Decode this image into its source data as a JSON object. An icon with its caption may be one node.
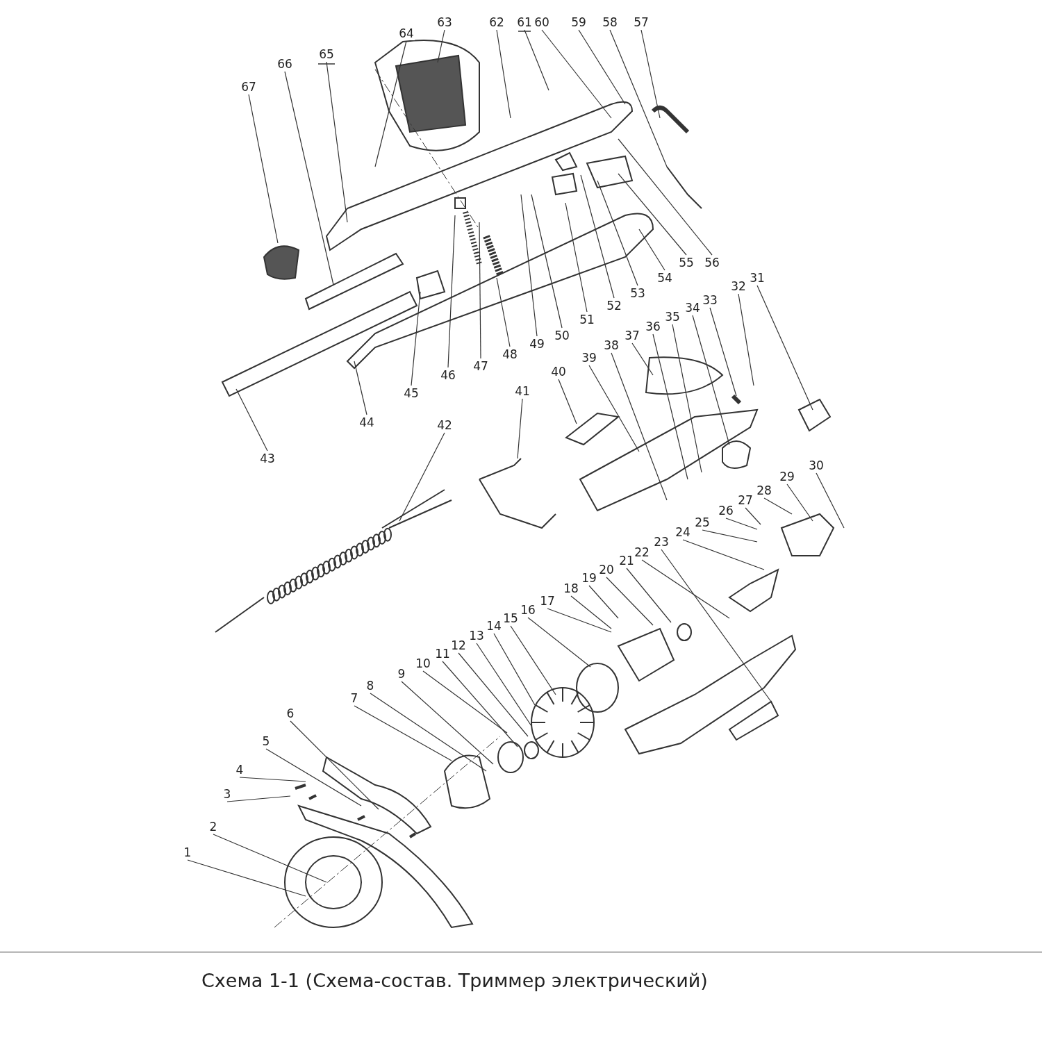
{
  "diagram": {
    "caption": "Схема 1-1 (Схема-состав. Триммер электрический)",
    "nodes": [
      {
        "text": [
          "1"
        ]
      },
      {
        "text": [
          "2"
        ]
      },
      {
        "text": [
          "3"
        ]
      },
      {
        "text": [
          "4"
        ]
      },
      {
        "text": [
          "5"
        ]
      },
      {
        "text": [
          "6"
        ]
      },
      {
        "text": [
          "7"
        ]
      },
      {
        "text": [
          "8"
        ]
      },
      {
        "text": [
          "9"
        ]
      },
      {
        "text": [
          "10"
        ]
      },
      {
        "text": [
          "11"
        ]
      },
      {
        "text": [
          "12"
        ]
      },
      {
        "text": [
          "13"
        ]
      },
      {
        "text": [
          "14"
        ]
      },
      {
        "text": [
          "15"
        ]
      },
      {
        "text": [
          "16"
        ]
      },
      {
        "text": [
          "17"
        ]
      },
      {
        "text": [
          "18"
        ]
      },
      {
        "text": [
          "19"
        ]
      },
      {
        "text": [
          "20"
        ]
      },
      {
        "text": [
          "21"
        ]
      },
      {
        "text": [
          "22"
        ]
      },
      {
        "text": [
          "23"
        ]
      },
      {
        "text": [
          "24"
        ]
      },
      {
        "text": [
          "25"
        ]
      },
      {
        "text": [
          "26"
        ]
      },
      {
        "text": [
          "27"
        ]
      },
      {
        "text": [
          "28"
        ]
      },
      {
        "text": [
          "29"
        ]
      },
      {
        "text": [
          "30"
        ]
      },
      {
        "text": [
          "31"
        ]
      },
      {
        "text": [
          "32"
        ]
      },
      {
        "text": [
          "33"
        ]
      },
      {
        "text": [
          "34"
        ]
      },
      {
        "text": [
          "35"
        ]
      },
      {
        "text": [
          "36"
        ]
      },
      {
        "text": [
          "37"
        ]
      },
      {
        "text": [
          "38"
        ]
      },
      {
        "text": [
          "39"
        ]
      },
      {
        "text": [
          "40"
        ]
      },
      {
        "text": [
          "41"
        ]
      },
      {
        "text": [
          "42"
        ]
      },
      {
        "text": [
          "43"
        ]
      },
      {
        "text": [
          "44"
        ]
      },
      {
        "text": [
          "45"
        ]
      },
      {
        "text": [
          "46"
        ]
      },
      {
        "text": [
          "47"
        ]
      },
      {
        "text": [
          "48"
        ]
      },
      {
        "text": [
          "49"
        ]
      },
      {
        "text": [
          "50"
        ]
      },
      {
        "text": [
          "51"
        ]
      },
      {
        "text": [
          "52"
        ]
      },
      {
        "text": [
          "53"
        ]
      },
      {
        "text": [
          "54"
        ]
      },
      {
        "text": [
          "55"
        ]
      },
      {
        "text": [
          "56"
        ]
      },
      {
        "text": [
          "57"
        ]
      },
      {
        "text": [
          "58"
        ]
      },
      {
        "text": [
          "59"
        ]
      },
      {
        "text": [
          "60"
        ]
      },
      {
        "text": [
          "61"
        ]
      },
      {
        "text": [
          "62"
        ]
      },
      {
        "text": [
          "63"
        ]
      },
      {
        "text": [
          "64"
        ]
      },
      {
        "text": [
          "65"
        ]
      },
      {
        "text": [
          "66"
        ]
      },
      {
        "text": [
          "67"
        ]
      }
    ],
    "edges": [
      {
        "from": 0,
        "to": null,
        "arrow": "none"
      },
      {
        "from": 1,
        "to": null,
        "arrow": "none"
      },
      {
        "from": 2,
        "to": null,
        "arrow": "none"
      },
      {
        "from": 3,
        "to": null,
        "arrow": "none"
      },
      {
        "from": 4,
        "to": null,
        "arrow": "none"
      },
      {
        "from": 5,
        "to": null,
        "arrow": "none"
      },
      {
        "from": 6,
        "to": null,
        "arrow": "none"
      },
      {
        "from": 7,
        "to": null,
        "arrow": "none"
      },
      {
        "from": 8,
        "to": null,
        "arrow": "none"
      },
      {
        "from": 9,
        "to": null,
        "arrow": "none"
      },
      {
        "from": 10,
        "to": null,
        "arrow": "none"
      },
      {
        "from": 11,
        "to": null,
        "arrow": "none"
      },
      {
        "from": 12,
        "to": null,
        "arrow": "none"
      },
      {
        "from": 13,
        "to": null,
        "arrow": "none"
      },
      {
        "from": 14,
        "to": null,
        "arrow": "none"
      },
      {
        "from": 15,
        "to": null,
        "arrow": "none"
      },
      {
        "from": 16,
        "to": null,
        "arrow": "none"
      },
      {
        "from": 17,
        "to": null,
        "arrow": "none"
      },
      {
        "from": 18,
        "to": null,
        "arrow": "none"
      },
      {
        "from": 19,
        "to": null,
        "arrow": "none"
      },
      {
        "from": 20,
        "to": null,
        "arrow": "none"
      },
      {
        "from": 21,
        "to": null,
        "arrow": "none"
      },
      {
        "from": 22,
        "to": null,
        "arrow": "none"
      },
      {
        "from": 23,
        "to": null,
        "arrow": "none"
      },
      {
        "from": 24,
        "to": null,
        "arrow": "none"
      },
      {
        "from": 25,
        "to": null,
        "arrow": "none"
      },
      {
        "from": 26,
        "to": null,
        "arrow": "none"
      },
      {
        "from": 27,
        "to": null,
        "arrow": "none"
      },
      {
        "from": 28,
        "to": null,
        "arrow": "none"
      },
      {
        "from": 29,
        "to": null,
        "arrow": "none"
      },
      {
        "from": 30,
        "to": null,
        "arrow": "none"
      },
      {
        "from": 31,
        "to": null,
        "arrow": "none"
      },
      {
        "from": 32,
        "to": null,
        "arrow": "none"
      },
      {
        "from": 33,
        "to": null,
        "arrow": "none"
      },
      {
        "from": 34,
        "to": null,
        "arrow": "none"
      },
      {
        "from": 35,
        "to": null,
        "arrow": "none"
      },
      {
        "from": 36,
        "to": null,
        "arrow": "none"
      },
      {
        "from": 37,
        "to": null,
        "arrow": "none"
      },
      {
        "from": 38,
        "to": null,
        "arrow": "none"
      },
      {
        "from": 39,
        "to": null,
        "arrow": "none"
      },
      {
        "from": 40,
        "to": null,
        "arrow": "none"
      },
      {
        "from": 41,
        "to": null,
        "arrow": "none"
      },
      {
        "from": 42,
        "to": null,
        "arrow": "none"
      },
      {
        "from": 43,
        "to": null,
        "arrow": "none"
      },
      {
        "from": 44,
        "to": null,
        "arrow": "none"
      },
      {
        "from": 45,
        "to": null,
        "arrow": "none"
      },
      {
        "from": 46,
        "to": null,
        "arrow": "none"
      },
      {
        "from": 47,
        "to": null,
        "arrow": "none"
      },
      {
        "from": 48,
        "to": null,
        "arrow": "none"
      },
      {
        "from": 49,
        "to": null,
        "arrow": "none"
      },
      {
        "from": 50,
        "to": null,
        "arrow": "none"
      },
      {
        "from": 51,
        "to": null,
        "arrow": "none"
      },
      {
        "from": 52,
        "to": null,
        "arrow": "none"
      },
      {
        "from": 53,
        "to": null,
        "arrow": "none"
      },
      {
        "from": 54,
        "to": null,
        "arrow": "none"
      },
      {
        "from": 55,
        "to": null,
        "arrow": "none"
      },
      {
        "from": 56,
        "to": null,
        "arrow": "none"
      },
      {
        "from": 57,
        "to": null,
        "arrow": "none"
      },
      {
        "from": 58,
        "to": null,
        "arrow": "none"
      },
      {
        "from": 59,
        "to": null,
        "arrow": "none"
      },
      {
        "from": 60,
        "to": null,
        "arrow": "none"
      },
      {
        "from": 61,
        "to": null,
        "arrow": "none"
      },
      {
        "from": 62,
        "to": null,
        "arrow": "none"
      },
      {
        "from": 63,
        "to": null,
        "arrow": "none"
      },
      {
        "from": 64,
        "to": null,
        "arrow": "none"
      },
      {
        "from": 65,
        "to": null,
        "arrow": "none"
      },
      {
        "from": 66,
        "to": null,
        "arrow": "none"
      }
    ]
  }
}
